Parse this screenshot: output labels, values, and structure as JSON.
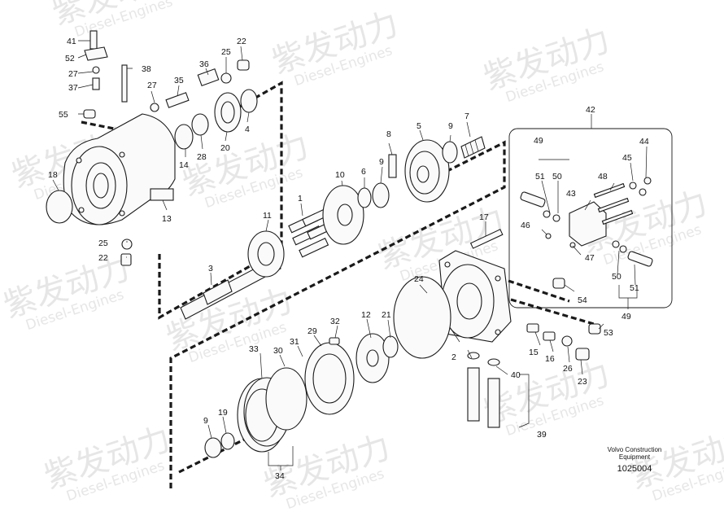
{
  "watermark": {
    "cn": "紫发动力",
    "en": "Diesel-Engines"
  },
  "caption": {
    "line1": "Volvo Construction",
    "line2": "Equipment",
    "code": "1025004"
  },
  "callouts": [
    "41",
    "52",
    "27",
    "37",
    "38",
    "36",
    "25",
    "22",
    "35",
    "27",
    "55",
    "18",
    "14",
    "28",
    "20",
    "4",
    "13",
    "25",
    "22",
    "1",
    "10",
    "6",
    "9",
    "8",
    "5",
    "9",
    "7",
    "11",
    "3",
    "42",
    "49",
    "51",
    "50",
    "45",
    "44",
    "48",
    "43",
    "46",
    "47",
    "50",
    "51",
    "49",
    "17",
    "24",
    "12",
    "21",
    "32",
    "33",
    "30",
    "31",
    "29",
    "2",
    "54",
    "53",
    "15",
    "16",
    "26",
    "23",
    "40",
    "39",
    "9",
    "19",
    "34"
  ]
}
